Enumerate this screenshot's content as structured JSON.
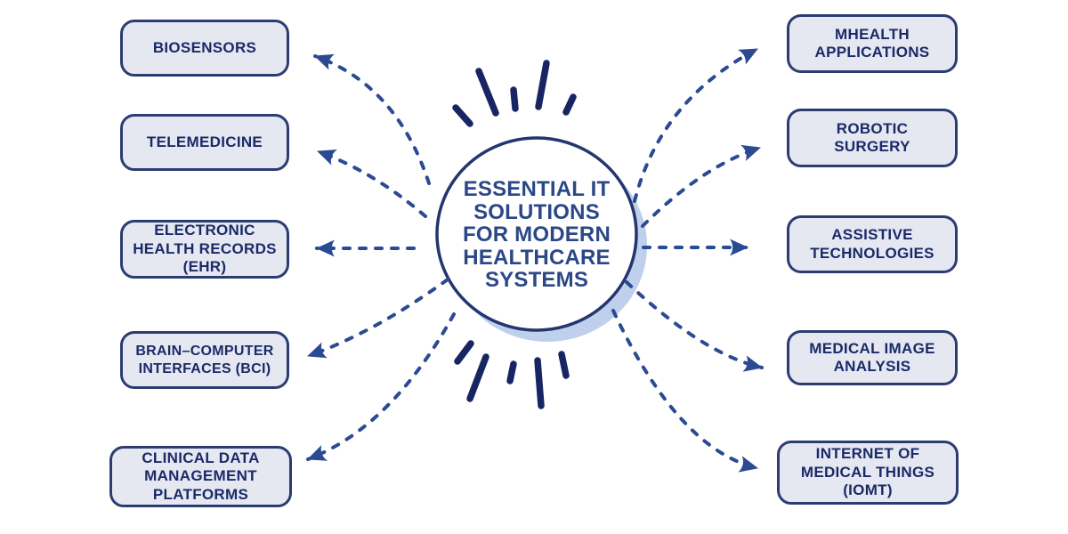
{
  "title": "Essential IT Solutions for Modern Healthcare Systems mind map",
  "center": {
    "label": "ESSENTIAL IT\nSOLUTIONS\nFOR MODERN\nHEALTHCARE\nSYSTEMS"
  },
  "left_nodes": [
    {
      "label": "BIOSENSORS"
    },
    {
      "label": "TELEMEDICINE"
    },
    {
      "label": "ELECTRONIC\nHEALTH RECORDS\n(EHR)"
    },
    {
      "label": "BRAIN–COMPUTER\nINTERFACES (BCI)"
    },
    {
      "label": "CLINICAL DATA\nMANAGEMENT\nPLATFORMS"
    }
  ],
  "right_nodes": [
    {
      "label": "MHEALTH\nAPPLICATIONS"
    },
    {
      "label": "ROBOTIC SURGERY"
    },
    {
      "label": "ASSISTIVE\nTECHNOLOGIES"
    },
    {
      "label": "MEDICAL IMAGE\nANALYSIS"
    },
    {
      "label": "INTERNET OF\nMEDICAL THINGS\n(IOMT)"
    }
  ],
  "colors": {
    "background": "#ffffff",
    "box_fill": "#e5e8f1",
    "box_border": "#2b3c72",
    "box_text": "#1a2a68",
    "center_text": "#2b4787",
    "arrow": "#2b4a94",
    "rays": "#172563",
    "circle_stroke": "#24356f",
    "circle_fill": "#ffffff",
    "circle_shadow": "#bfd0ec"
  }
}
